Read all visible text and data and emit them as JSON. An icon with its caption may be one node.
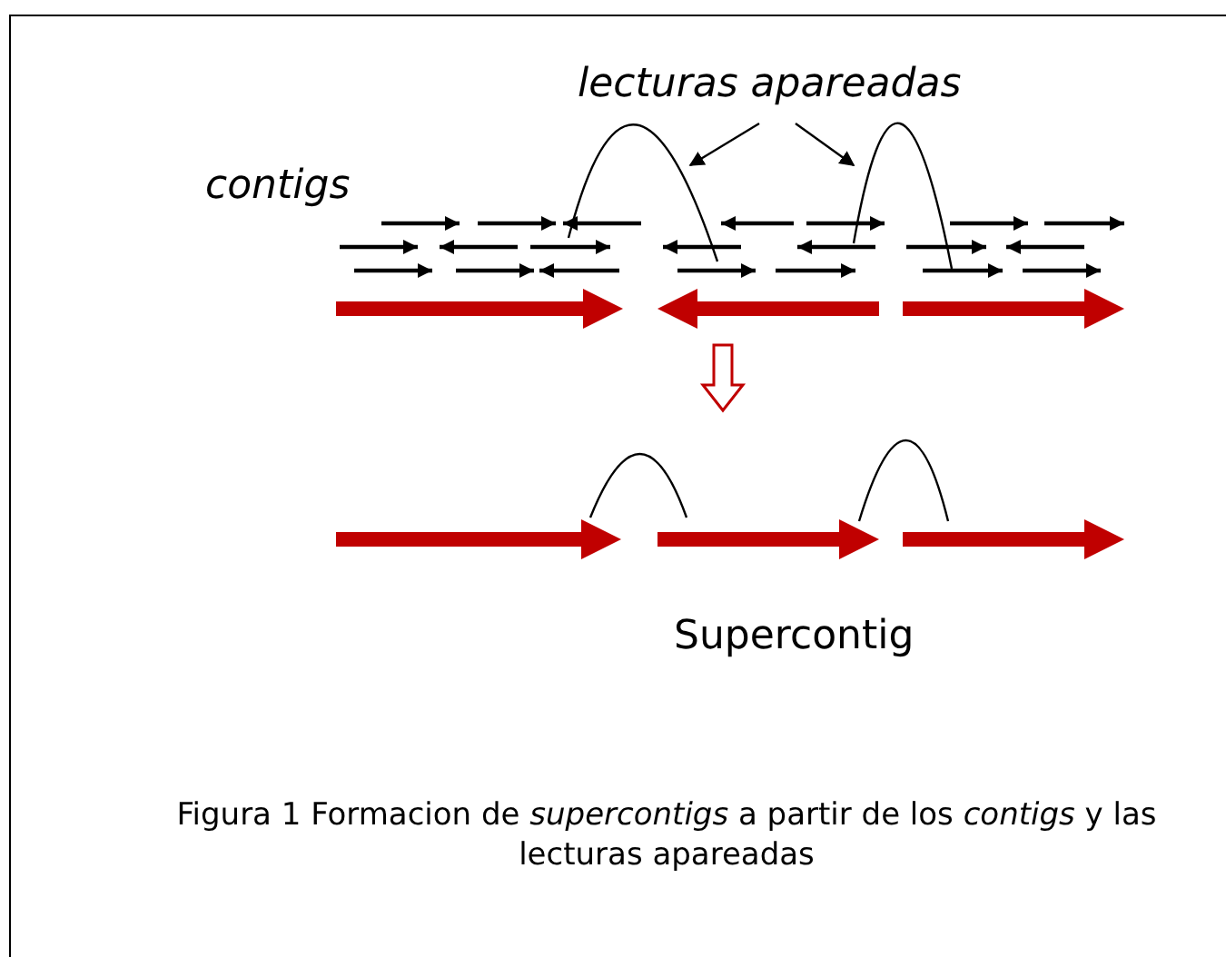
{
  "diagram": {
    "caption": "Figura 1 Formacion de *supercontigs* a partir de los *contigs* y las lecturas apareadas",
    "nodes": [
      {
        "text": [
          "lecturas apareadas"
        ]
      },
      {
        "text": [],
        "shape": "arc"
      },
      {
        "text": [],
        "shape": "arc"
      }
    ],
    "edges": [
      {
        "from": 0,
        "to": 1,
        "arrow": "to"
      },
      {
        "from": 0,
        "to": 2,
        "arrow": "to"
      }
    ],
    "labels": [
      "contigs",
      "Supercontig"
    ]
  }
}
